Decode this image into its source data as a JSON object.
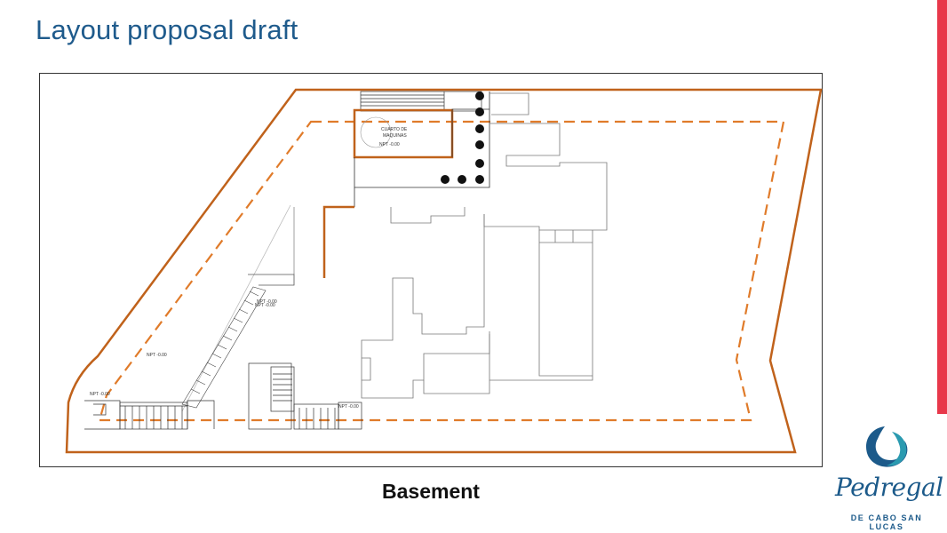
{
  "slide": {
    "title": "Layout proposal draft",
    "caption": "Basement",
    "accent_color": "#e8374a",
    "title_color": "#1f5b8c"
  },
  "plan": {
    "room_label_line1": "CUARTO DE",
    "room_label_line2": "MAQUINAS",
    "boundary_color": "#c0621b",
    "dashed_color": "#e07b2a",
    "level_marks": [
      "NPT -0.00",
      "NPT -0.00",
      "NPT -0.00",
      "NPT -0.00",
      "NPT -0.00",
      "NPT -0.00"
    ]
  },
  "logo": {
    "name": "Pedregal",
    "subtitle": "DE CABO SAN LUCAS",
    "mark_icon": "wave-swirl-icon",
    "color_primary": "#1c5a8a",
    "color_secondary": "#2a9ab0"
  }
}
